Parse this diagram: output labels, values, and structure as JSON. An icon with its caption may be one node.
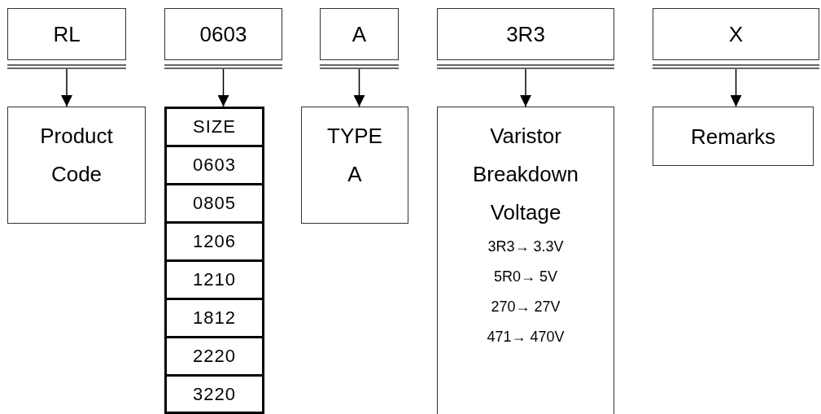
{
  "diagram": {
    "nodes": [
      {
        "text": [
          "RL"
        ]
      },
      {
        "text": [
          "0603"
        ]
      },
      {
        "text": [
          "A"
        ]
      },
      {
        "text": [
          "3R3"
        ]
      },
      {
        "text": [
          "X"
        ]
      },
      {
        "text": [
          "Product Code"
        ]
      },
      {
        "text": [
          "SIZE",
          "0603",
          "0805",
          "1206",
          "1210",
          "1812",
          "2220",
          "3220"
        ]
      },
      {
        "text": [
          "TYPE",
          "A"
        ]
      },
      {
        "text": [
          "Varistor Breakdown Voltage",
          "3R3→ 3.3V",
          "5R0→ 5V",
          "270→ 27V",
          "471→ 470V"
        ]
      },
      {
        "text": [
          "Remarks"
        ]
      }
    ],
    "edges": [
      {
        "from": 0,
        "to": 5,
        "arrow": "to"
      },
      {
        "from": 1,
        "to": 6,
        "arrow": "to"
      },
      {
        "from": 2,
        "to": 7,
        "arrow": "to"
      },
      {
        "from": 3,
        "to": 8,
        "arrow": "to"
      },
      {
        "from": 4,
        "to": 9,
        "arrow": "to"
      }
    ]
  }
}
